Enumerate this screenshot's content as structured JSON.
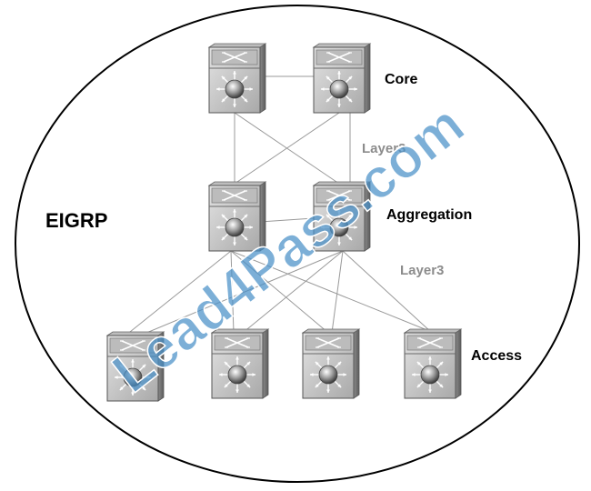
{
  "diagram": {
    "protocol_label": "EIGRP",
    "tiers": [
      {
        "id": "core",
        "label": "Core",
        "count": 2
      },
      {
        "id": "aggregation",
        "label": "Aggregation",
        "count": 2
      },
      {
        "id": "access",
        "label": "Access",
        "count": 4
      }
    ],
    "link_labels": [
      "Layer3",
      "Layer3"
    ],
    "watermark": "Lead4Pass.com",
    "colors": {
      "switch_face": "#c9c9c9",
      "switch_dark": "#7f7f7f",
      "link": "#9a9a9a",
      "layer_label": "#8c8c8c",
      "text": "#000000",
      "watermark": "#4a90c8"
    }
  }
}
